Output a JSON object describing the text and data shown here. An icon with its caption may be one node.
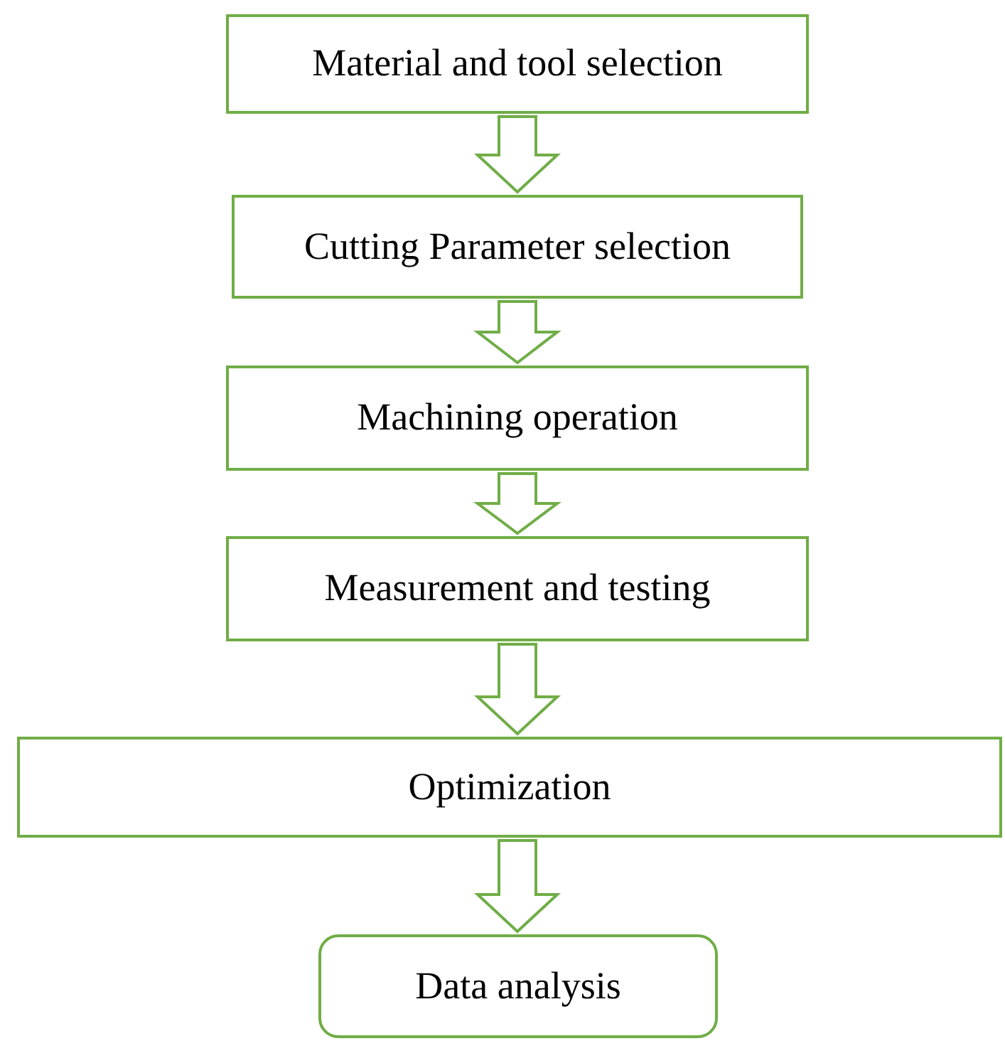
{
  "diagram": {
    "nodes": [
      {
        "text": [
          "Material and tool selection"
        ]
      },
      {
        "text": [
          "Cutting Parameter selection"
        ]
      },
      {
        "text": [
          "Machining operation"
        ]
      },
      {
        "text": [
          "Measurement and testing"
        ]
      },
      {
        "text": [
          "Optimization"
        ]
      },
      {
        "text": [
          "Data analysis"
        ]
      }
    ],
    "edges": [
      {
        "from": 0,
        "to": 1,
        "arrow": "to"
      },
      {
        "from": 1,
        "to": 2,
        "arrow": "to"
      },
      {
        "from": 2,
        "to": 3,
        "arrow": "to"
      },
      {
        "from": 3,
        "to": 4,
        "arrow": "to"
      },
      {
        "from": 4,
        "to": 5,
        "arrow": "to"
      }
    ]
  }
}
